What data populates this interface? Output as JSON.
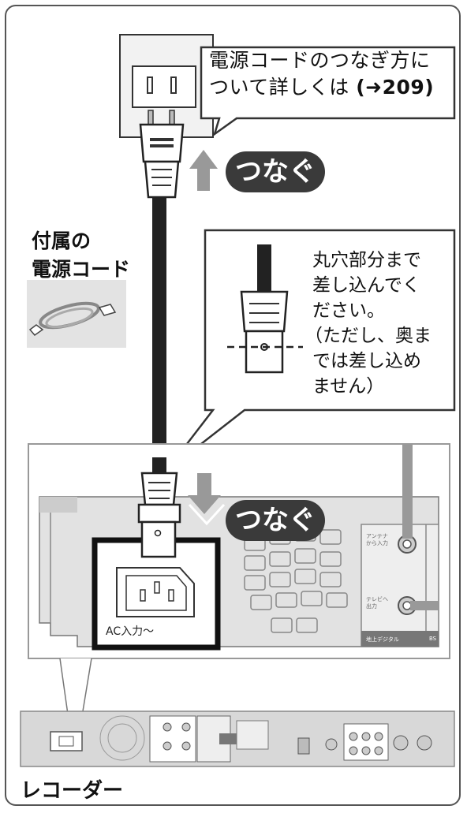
{
  "callout_top": {
    "line1": "電源コードのつなぎ方に",
    "line2_text": "ついて詳しくは ",
    "line2_ref": "(➜209)"
  },
  "connect_label_top": "つなぐ",
  "connect_label_bottom": "つなぐ",
  "accessory": {
    "line1": "付属の",
    "line2": "電源コード"
  },
  "callout_insert": {
    "lines": [
      "丸穴部分まで",
      "差し込んでく",
      "ださい。",
      "（ただし、奥ま",
      "では差し込め",
      "ません）"
    ]
  },
  "ac_input_label": "AC入力〜",
  "panel_labels": {
    "antenna_in": "アンテナ\nから入力",
    "tv_out": "テレビへ\n出力",
    "terrestrial": "地上デジタル",
    "bs": "BS"
  },
  "recorder_label": "レコーダー"
}
